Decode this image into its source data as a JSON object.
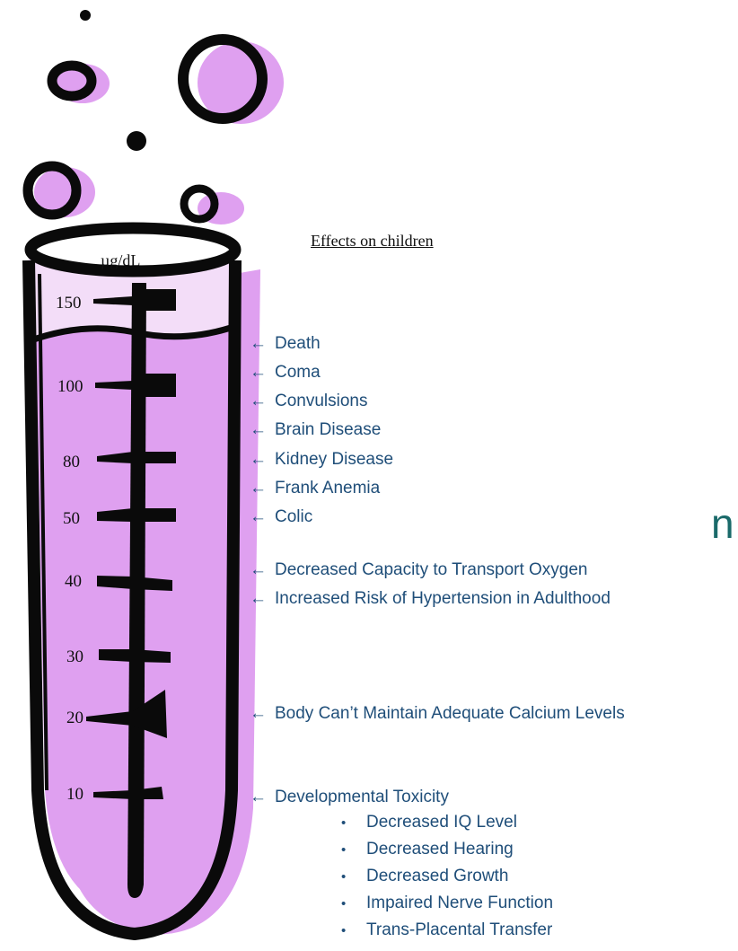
{
  "unit": "µg/dL",
  "heading": "Effects on children",
  "arrow": "←",
  "bullet": "•",
  "ticks": [
    {
      "label": "150",
      "value": 150
    },
    {
      "label": "100",
      "value": 100
    },
    {
      "label": "80",
      "value": 80
    },
    {
      "label": "50",
      "value": 50
    },
    {
      "label": "40",
      "value": 40
    },
    {
      "label": "30",
      "value": 30
    },
    {
      "label": "20",
      "value": 20
    },
    {
      "label": "10",
      "value": 10
    }
  ],
  "effects": [
    "Death",
    "Coma",
    "Convulsions",
    "Brain Disease",
    "Kidney Disease",
    "Frank Anemia",
    "Colic",
    "Decreased Capacity to Transport Oxygen",
    "Increased Risk of Hypertension in Adulthood",
    "Body Can’t Maintain Adequate Calcium Levels",
    "Developmental Toxicity"
  ],
  "developmental_effects": [
    "Decreased IQ Level",
    "Decreased Hearing",
    "Decreased Growth",
    "Impaired Nerve Function",
    "Trans-Placental Transfer"
  ],
  "edge_glyph": "n",
  "colors": {
    "liquid": "#dfa0f0",
    "liquid_light": "#f3ddf8",
    "outline": "#0a0a0a",
    "text_blue": "#1f4e79"
  }
}
